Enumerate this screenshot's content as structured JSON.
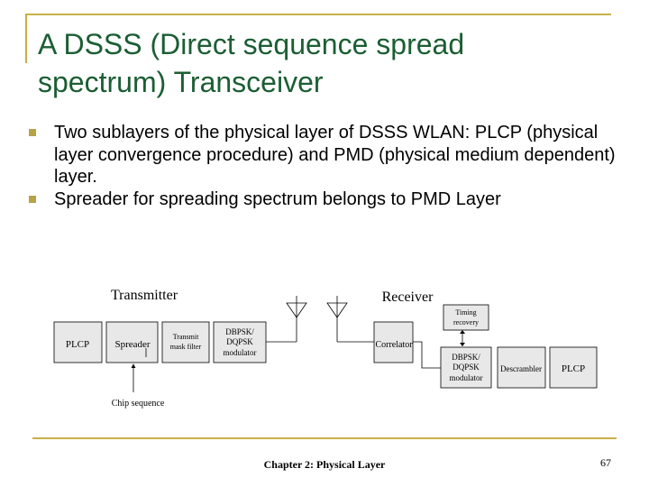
{
  "slide": {
    "title_line1": "A DSSS (Direct sequence spread",
    "title_line2": "spectrum) Transceiver",
    "bullets": [
      "Two sublayers of the physical layer of DSSS WLAN: PLCP (physical layer convergence procedure) and PMD (physical medium dependent) layer.",
      "Spreader for spreading spectrum belongs to PMD Layer"
    ]
  },
  "diagram": {
    "transmitter_label": "Transmitter",
    "receiver_label": "Receiver",
    "tx_plcp": "PLCP",
    "spreader": "Spreader",
    "tx_filter_line1": "Transmit",
    "tx_filter_line2": "mask filter",
    "modulator_line1": "DBPSK/",
    "modulator_line2": "DQPSK",
    "modulator_line3": "modulator",
    "correlator": "Correlator",
    "timing_line1": "Timing",
    "timing_line2": "recovery",
    "rx_mod_line1": "DBPSK/",
    "rx_mod_line2": "DQPSK",
    "rx_mod_line3": "modulator",
    "descrambler": "Descrambler",
    "rx_plcp": "PLCP",
    "chip_sequence": "Chip sequence"
  },
  "footer": {
    "chapter": "Chapter 2: Physical Layer",
    "page": "67"
  },
  "colors": {
    "title": "#1b5e33",
    "accent": "#c8b04a"
  }
}
